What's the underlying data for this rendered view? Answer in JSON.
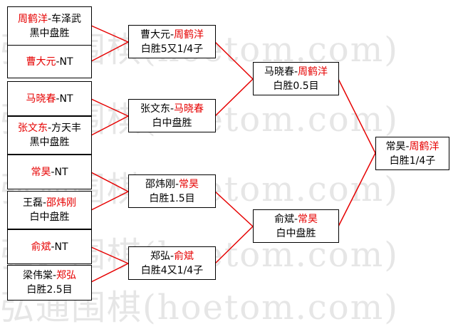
{
  "watermark": "弘通围棋(hoetom.com)",
  "colors": {
    "winner": "#e60000",
    "text": "#000000",
    "connector": "#e60000",
    "watermark": "#e6e6e6"
  },
  "round1": [
    {
      "p1": "周鹤洋",
      "sep": "-",
      "p2": "车泽武",
      "p1_red": true,
      "p2_red": false,
      "result": "黑中盘胜"
    },
    {
      "p1": "曹大元",
      "sep": "-",
      "p2": "NT",
      "p1_red": true,
      "p2_red": false,
      "result": ""
    },
    {
      "p1": "马晓春",
      "sep": "-",
      "p2": "NT",
      "p1_red": true,
      "p2_red": false,
      "result": ""
    },
    {
      "p1": "张文东",
      "sep": "-",
      "p2": "方天丰",
      "p1_red": true,
      "p2_red": false,
      "result": "黑中盘胜"
    },
    {
      "p1": "常昊",
      "sep": "-",
      "p2": "NT",
      "p1_red": true,
      "p2_red": false,
      "result": ""
    },
    {
      "p1": "王磊",
      "sep": "-",
      "p2": "邵炜刚",
      "p1_red": false,
      "p2_red": true,
      "result": "白中盘胜"
    },
    {
      "p1": "俞斌",
      "sep": "-",
      "p2": "NT",
      "p1_red": true,
      "p2_red": false,
      "result": ""
    },
    {
      "p1": "梁伟棠",
      "sep": "-",
      "p2": "郑弘",
      "p1_red": false,
      "p2_red": true,
      "result": "白胜2.5目"
    }
  ],
  "round2": [
    {
      "p1": "曹大元",
      "sep": "-",
      "p2": "周鹤洋",
      "p1_red": false,
      "p2_red": true,
      "result": "白胜5又1/4子"
    },
    {
      "p1": "张文东",
      "sep": "-",
      "p2": "马晓春",
      "p1_red": false,
      "p2_red": true,
      "result": "白中盘胜"
    },
    {
      "p1": "邵炜刚",
      "sep": "-",
      "p2": "常昊",
      "p1_red": false,
      "p2_red": true,
      "result": "白胜1.5目"
    },
    {
      "p1": "郑弘",
      "sep": "-",
      "p2": "俞斌",
      "p1_red": false,
      "p2_red": true,
      "result": "白胜4又1/4子"
    }
  ],
  "round3": [
    {
      "p1": "马晓春",
      "sep": "-",
      "p2": "周鹤洋",
      "p1_red": false,
      "p2_red": true,
      "result": "白胜0.5目"
    },
    {
      "p1": "俞斌",
      "sep": "-",
      "p2": "常昊",
      "p1_red": false,
      "p2_red": true,
      "result": "白中盘胜"
    }
  ],
  "final": [
    {
      "p1": "常昊",
      "sep": "-",
      "p2": "周鹤洋",
      "p1_red": false,
      "p2_red": true,
      "result": "白胜1/4子"
    }
  ]
}
